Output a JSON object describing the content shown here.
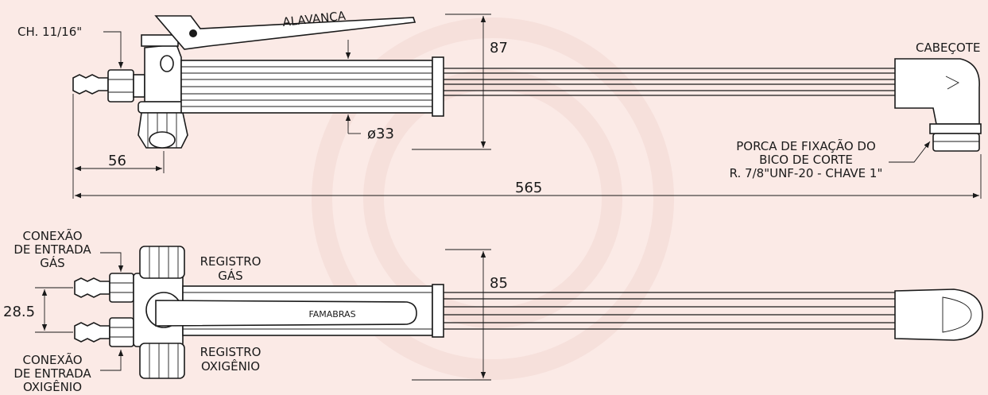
{
  "side_view": {
    "label_alavanca": "ALAVANCA",
    "label_chave": "CH. 11/16\"",
    "label_cabecote": "CABEÇOTE",
    "label_porca_1": "PORCA DE FIXAÇÃO DO",
    "label_porca_2": "BICO DE CORTE",
    "label_porca_3": "R. 7/8\"UNF-20 - CHAVE 1\"",
    "dim_height": "87",
    "dim_diameter": "ø33",
    "dim_inlet": "56",
    "dim_length": "565"
  },
  "top_view": {
    "label_gas_1": "CONEXÃO",
    "label_gas_2": "DE ENTRADA",
    "label_gas_3": "GÁS",
    "label_oxy_1": "CONEXÃO",
    "label_oxy_2": "DE ENTRADA",
    "label_oxy_3": "OXIGÊNIO",
    "label_reg_gas_1": "REGISTRO",
    "label_reg_gas_2": "GÁS",
    "label_reg_oxy_1": "REGISTRO",
    "label_reg_oxy_2": "OXIGÊNIO",
    "brand": "FAMABRAS",
    "dim_width": "85",
    "dim_spacing": "28.5"
  }
}
